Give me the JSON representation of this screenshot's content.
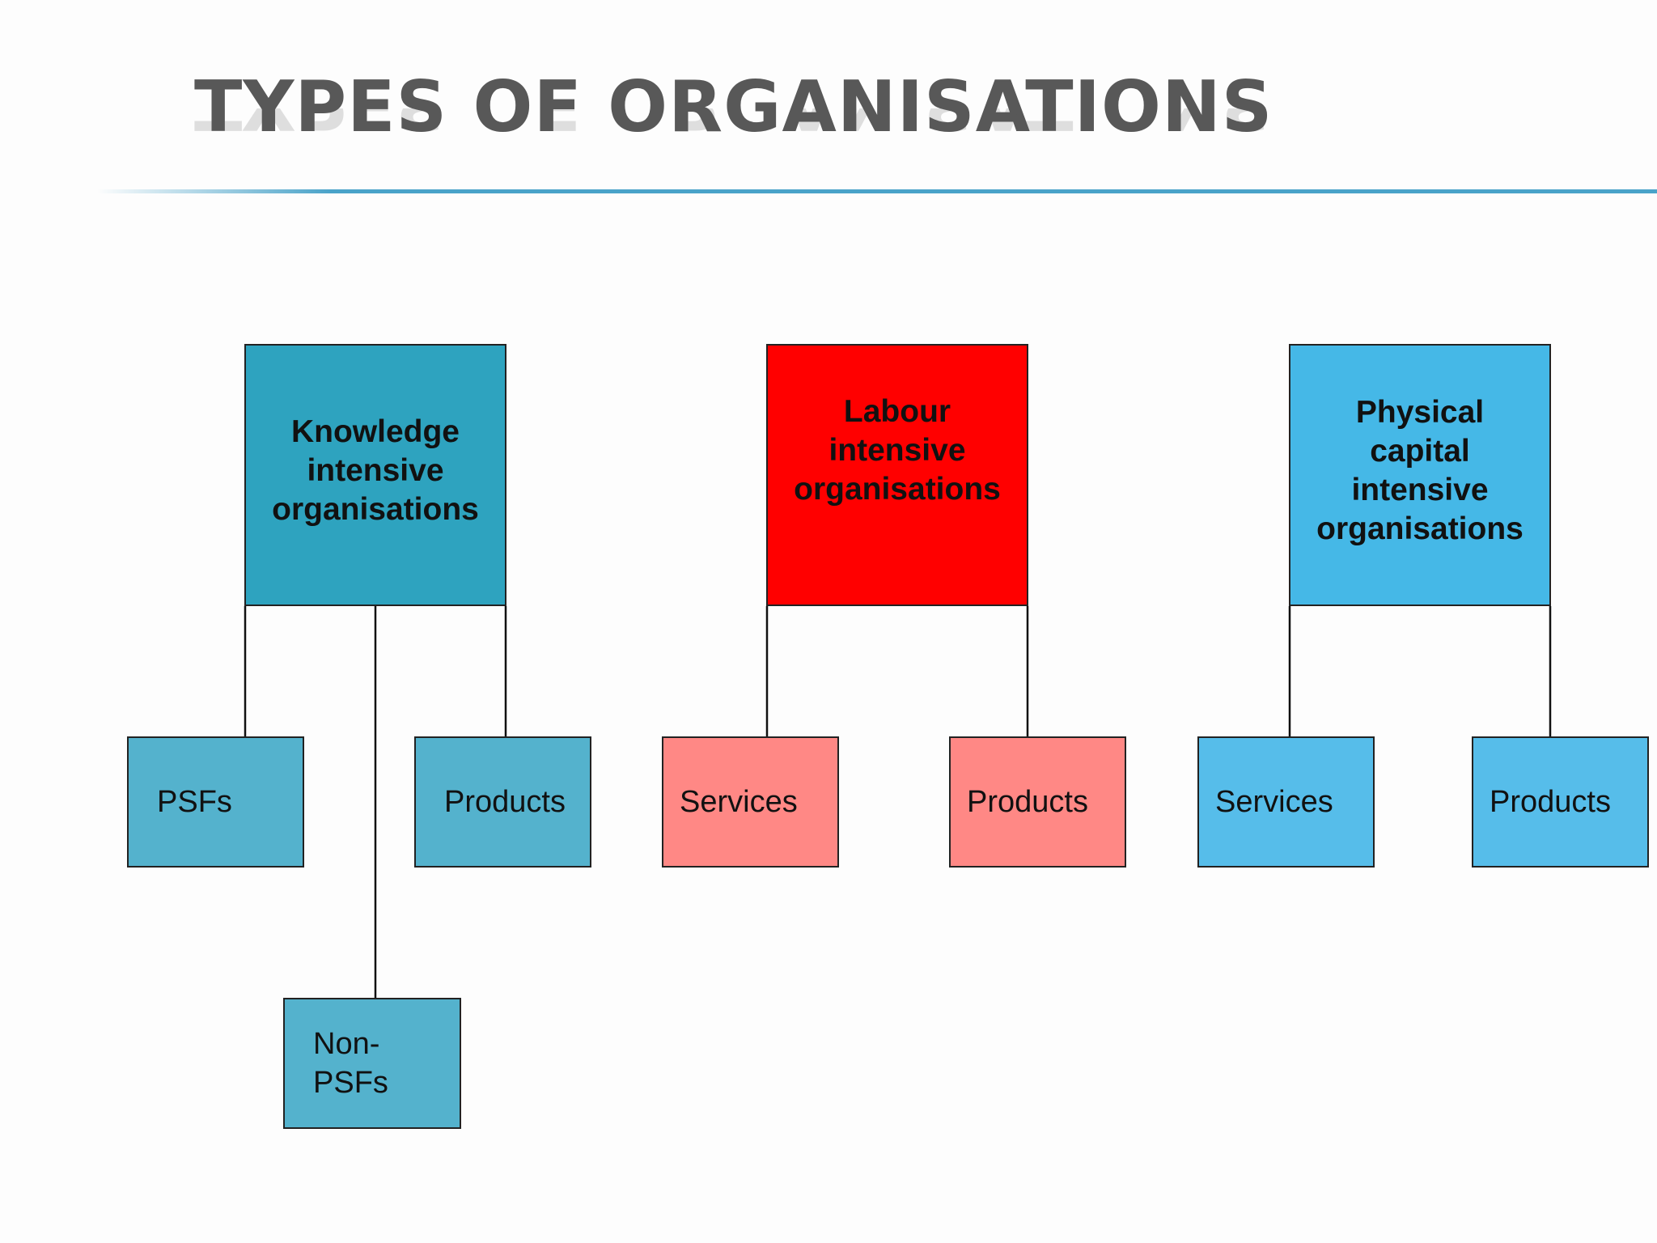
{
  "slide": {
    "title": "TYPES OF ORGANISATIONS"
  },
  "colors": {
    "knowledge": "#2ea3bf",
    "knowledge_child": "#54b2cd",
    "labour": "#ff0000",
    "labour_child": "#ff8885",
    "physical": "#45b8e7",
    "physical_child": "#56bdea",
    "accent_rule": "#4aa3c9"
  },
  "diagram": {
    "knowledge": {
      "label": "Knowledge intensive organisations",
      "children": [
        "PSFs",
        "Products",
        "Non-PSFs"
      ]
    },
    "labour": {
      "label": "Labour intensive organisations",
      "children": [
        "Services",
        "Products"
      ]
    },
    "physical": {
      "label": "Physical capital intensive organisations",
      "children": [
        "Services",
        "Products"
      ]
    }
  }
}
